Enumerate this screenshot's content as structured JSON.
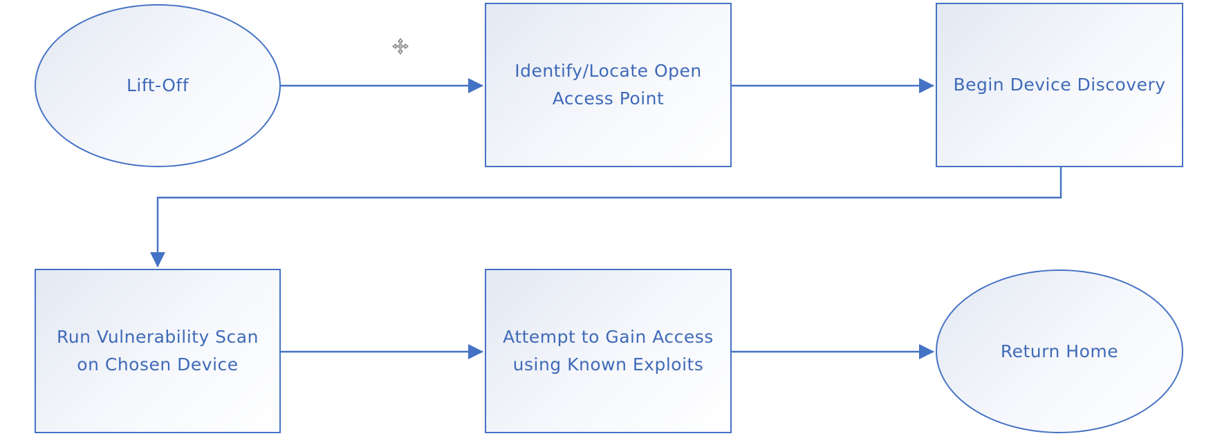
{
  "diagram": {
    "nodes": [
      {
        "id": "lift-off",
        "shape": "ellipse",
        "label": "Lift-Off"
      },
      {
        "id": "identify",
        "shape": "rect",
        "label": "Identify/Locate Open\nAccess Point"
      },
      {
        "id": "discovery",
        "shape": "rect",
        "label": "Begin Device Discovery"
      },
      {
        "id": "scan",
        "shape": "rect",
        "label": "Run Vulnerability Scan\non Chosen Device"
      },
      {
        "id": "exploit",
        "shape": "rect",
        "label": "Attempt to Gain Access\nusing Known Exploits"
      },
      {
        "id": "return",
        "shape": "ellipse",
        "label": "Return Home"
      }
    ],
    "edges": [
      {
        "from": "lift-off",
        "to": "identify"
      },
      {
        "from": "identify",
        "to": "discovery"
      },
      {
        "from": "discovery",
        "to": "scan"
      },
      {
        "from": "scan",
        "to": "exploit"
      },
      {
        "from": "exploit",
        "to": "return"
      }
    ]
  },
  "colors": {
    "stroke": "#4472c4",
    "text": "#3f6ab8",
    "fill_start": "#e3e8f2",
    "fill_end": "#ffffff"
  },
  "cursor": {
    "icon": "move-cursor-icon"
  }
}
